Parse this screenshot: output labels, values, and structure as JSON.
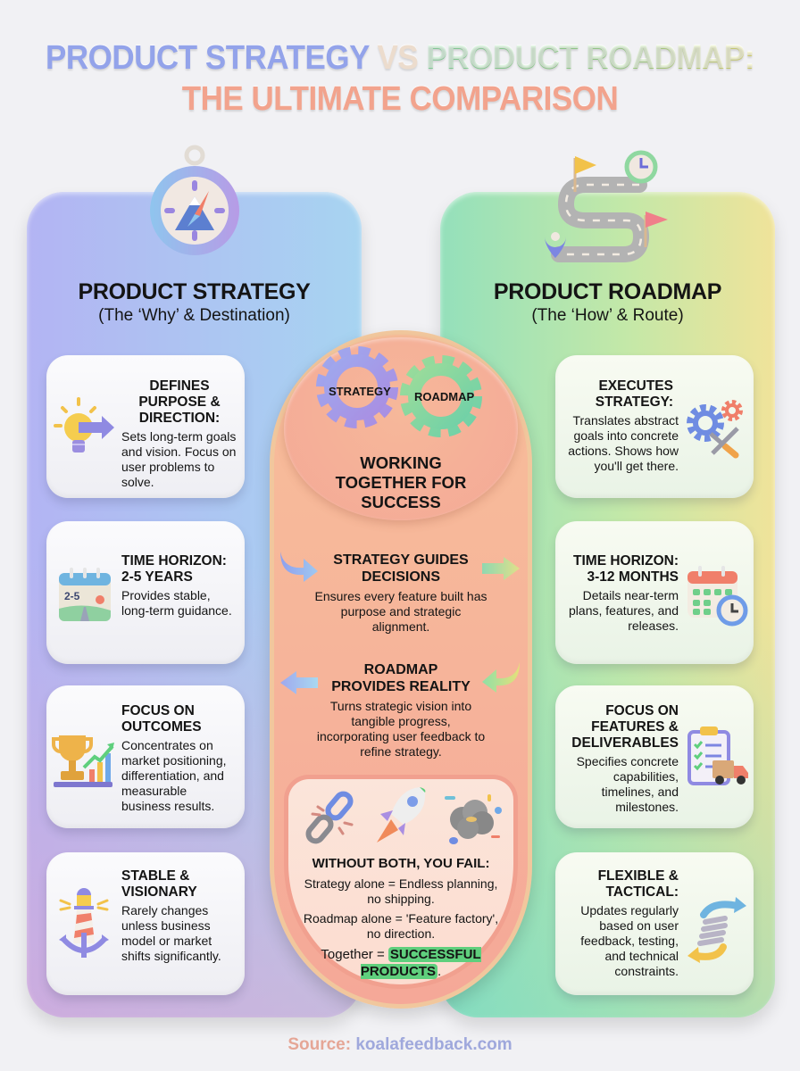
{
  "title": {
    "part1": "PRODUCT STRATEGY",
    "vs": "VS",
    "part2": "PRODUCT ROADMAP:",
    "line2": "THE ULTIMATE COMPARISON"
  },
  "colors": {
    "strategy": "#93a3ea",
    "roadmap": "#8fe0a6",
    "accent": "#f2a38d",
    "highlight": "#5fcf7d"
  },
  "strategy": {
    "icon": "compass-icon",
    "title": "PRODUCT STRATEGY",
    "subtitle": "(The ‘Why’ & Destination)",
    "cards": [
      {
        "icon": "lightbulb-arrow-icon",
        "heading": "DEFINES PURPOSE & DIRECTION:",
        "body": "Sets long-term goals and vision. Focus on user problems to solve."
      },
      {
        "icon": "calendar-road-icon",
        "icon_label": "2-5",
        "heading": "TIME HORIZON: 2-5 YEARS",
        "body": "Provides stable, long-term guidance."
      },
      {
        "icon": "trophy-chart-icon",
        "heading": "FOCUS ON OUTCOMES",
        "body": "Concentrates on market positioning, differentiation, and measurable business results."
      },
      {
        "icon": "lighthouse-anchor-icon",
        "heading": "STABLE & VISIONARY",
        "body": "Rarely changes unless business model or market shifts significantly."
      }
    ]
  },
  "roadmap": {
    "icon": "winding-road-icon",
    "title": "PRODUCT ROADMAP",
    "subtitle": "(The ‘How’ & Route)",
    "cards": [
      {
        "icon": "gears-wrench-icon",
        "heading": "EXECUTES STRATEGY:",
        "body": "Translates abstract goals into concrete actions. Shows how you'll get there."
      },
      {
        "icon": "calendar-clock-icon",
        "heading": "TIME HORIZON: 3-12 MONTHS",
        "body": "Details near-term plans, features, and releases."
      },
      {
        "icon": "clipboard-truck-icon",
        "heading": "FOCUS ON FEATURES & DELIVERABLES",
        "body": "Specifies concrete capabilities, timelines, and milestones."
      },
      {
        "icon": "spring-arrows-icon",
        "heading": "FLEXIBLE & TACTICAL:",
        "body": "Updates regularly based on user feedback, testing, and technical constraints."
      }
    ]
  },
  "center": {
    "gear_left": "STRATEGY",
    "gear_right": "ROADMAP",
    "title": "WORKING TOGETHER FOR SUCCESS",
    "sections": [
      {
        "heading": "STRATEGY GUIDES DECISIONS",
        "body": "Ensures every feature built has purpose and strategic alignment."
      },
      {
        "heading": "ROADMAP PROVIDES REALITY",
        "body": "Turns strategic vision into tangible progress, incorporating user feedback to refine strategy."
      }
    ],
    "fail": {
      "icons": [
        "broken-chain-icon",
        "rocket-icon",
        "dust-cloud-icon"
      ],
      "heading": "WITHOUT BOTH, YOU FAIL:",
      "line1": "Strategy alone = Endless planning, no shipping.",
      "line2": "Roadmap alone = 'Feature factory', no direction.",
      "together_prefix": "Together = ",
      "together_highlight": "SUCCESSFUL PRODUCTS",
      "together_suffix": "."
    }
  },
  "footer": {
    "label": "Source:",
    "site": "koalafeedback.com"
  }
}
